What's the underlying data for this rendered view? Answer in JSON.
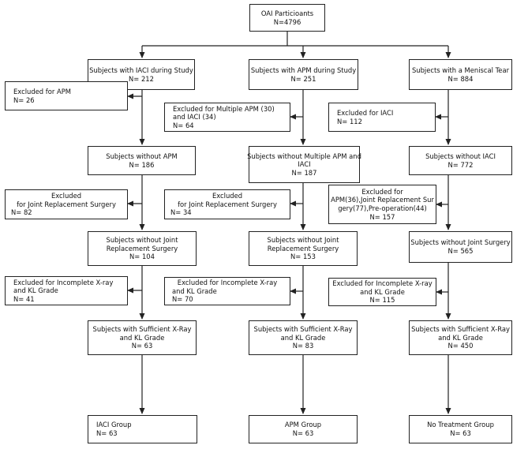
{
  "top": {
    "line1": "OAI Particioants",
    "line2": "N=4796"
  },
  "columns": [
    {
      "start": {
        "line1": "Subjects with IACI during Study",
        "line2": "N= 212"
      },
      "ex1": {
        "line1": "Excluded for APM",
        "line2": "N= 26"
      },
      "s2": {
        "line1": "Subjects without APM",
        "line2": "N= 186"
      },
      "ex2": {
        "line1": "Excluded",
        "line2": "for Joint Replacement Surgery",
        "line3": "N= 82"
      },
      "s3": {
        "line1": "Subjects without Joint",
        "line2": "Replacement Surgery",
        "line3": "N= 104"
      },
      "ex3": {
        "line1": "Excluded for Incomplete X-ray",
        "line2": "and KL Grade",
        "line3": "N= 41"
      },
      "s4": {
        "line1": "Subjects with Sufficient X-Ray",
        "line2": "and KL Grade",
        "line3": "N= 63"
      },
      "group": {
        "line1": "IACI Group",
        "line2": "N= 63"
      }
    },
    {
      "start": {
        "line1": "Subjects with APM during Study",
        "line2": "N= 251"
      },
      "ex1": {
        "line1": "Excluded for Multiple APM (30)",
        "line2": "and IACI (34)",
        "line3": "N= 64"
      },
      "s2": {
        "line1": "Subjects without Multiple APM and",
        "line2": "IACI",
        "line3": "N= 187"
      },
      "ex2": {
        "line1": "Excluded",
        "line2": "for Joint Replacement Surgery",
        "line3": "N= 34"
      },
      "s3": {
        "line1": "Subjects without Joint",
        "line2": "Replacement Surgery",
        "line3": "N= 153"
      },
      "ex3": {
        "line1": "Excluded for Incomplete X-ray",
        "line2": "and KL Grade",
        "line3": "N= 70"
      },
      "s4": {
        "line1": "Subjects with Sufficient X-Ray",
        "line2": "and KL Grade",
        "line3": "N= 83"
      },
      "group": {
        "line1": "APM Group",
        "line2": "N= 63"
      }
    },
    {
      "start": {
        "line1": "Subjects with a Meniscal Tear",
        "line2": "N= 884"
      },
      "ex1": {
        "line1": "Excluded for IACI",
        "line2": "N= 112"
      },
      "s2": {
        "line1": "Subjects without IACI",
        "line2": "N= 772"
      },
      "ex2": {
        "line1": "Excluded for",
        "line2": "APM(36),Joint Replacement Sur",
        "line3": "gery(77),Pre-operation(44)",
        "line4": "N= 157"
      },
      "s3": {
        "line1": "Subjects without Joint Surgery",
        "line2": "N= 565"
      },
      "ex3": {
        "line1": "Excluded for Incomplete X-ray",
        "line2": "and KL Grade",
        "line3": "N= 115"
      },
      "s4": {
        "line1": "Subjects with Sufficient X-Ray",
        "line2": "and KL Grade",
        "line3": "N= 450"
      },
      "group": {
        "line1": "No Treatment Group",
        "line2": "N= 63"
      }
    }
  ]
}
